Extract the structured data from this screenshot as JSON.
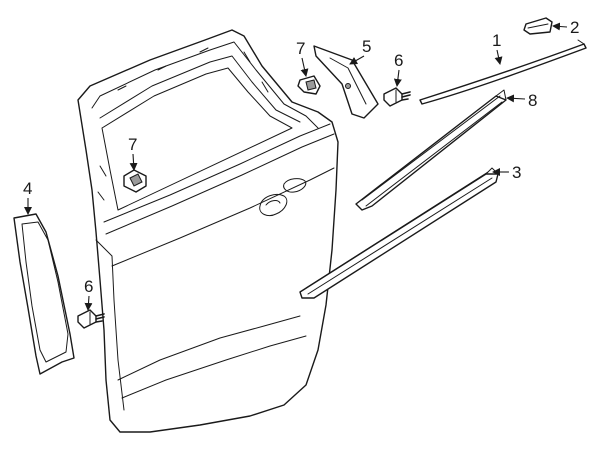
{
  "callouts": [
    {
      "id": "c1",
      "number": "1"
    },
    {
      "id": "c2",
      "number": "2"
    },
    {
      "id": "c3",
      "number": "3"
    },
    {
      "id": "c4",
      "number": "4"
    },
    {
      "id": "c5",
      "number": "5"
    },
    {
      "id": "c6a",
      "number": "6"
    },
    {
      "id": "c6b",
      "number": "6"
    },
    {
      "id": "c7a",
      "number": "7"
    },
    {
      "id": "c7b",
      "number": "7"
    },
    {
      "id": "c8",
      "number": "8"
    }
  ],
  "colors": {
    "line": "#1a1a1a",
    "fill": "#ffffff",
    "shade": "#9a9a9a"
  }
}
